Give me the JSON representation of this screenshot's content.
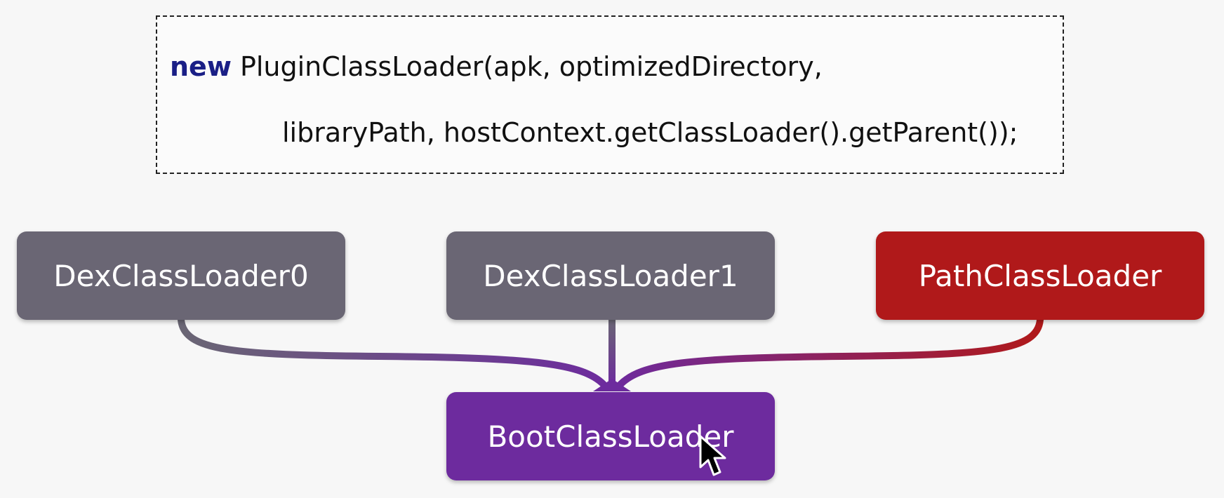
{
  "code": {
    "keyword": "new",
    "line1_rest": "PluginClassLoader(apk, optimizedDirectory,",
    "line2": "libraryPath, hostContext.getClassLoader().getParent());"
  },
  "diagram": {
    "nodes": [
      {
        "id": "dex0",
        "label": "DexClassLoader0",
        "color": "#6a6674"
      },
      {
        "id": "dex1",
        "label": "DexClassLoader1",
        "color": "#6a6674"
      },
      {
        "id": "path",
        "label": "PathClassLoader",
        "color": "#b0191a"
      },
      {
        "id": "boot",
        "label": "BootClassLoader",
        "color": "#6d2b9e"
      }
    ],
    "edges": [
      {
        "from": "dex0",
        "to": "boot"
      },
      {
        "from": "dex1",
        "to": "boot"
      },
      {
        "from": "path",
        "to": "boot"
      }
    ]
  },
  "colors": {
    "keyword": "#1a1f86",
    "node_gray": "#6a6674",
    "node_red": "#b0191a",
    "node_purple": "#6d2b9e",
    "connector_gray": "#6a6674",
    "connector_purple": "#6d2b9e",
    "connector_red": "#b0191a"
  }
}
